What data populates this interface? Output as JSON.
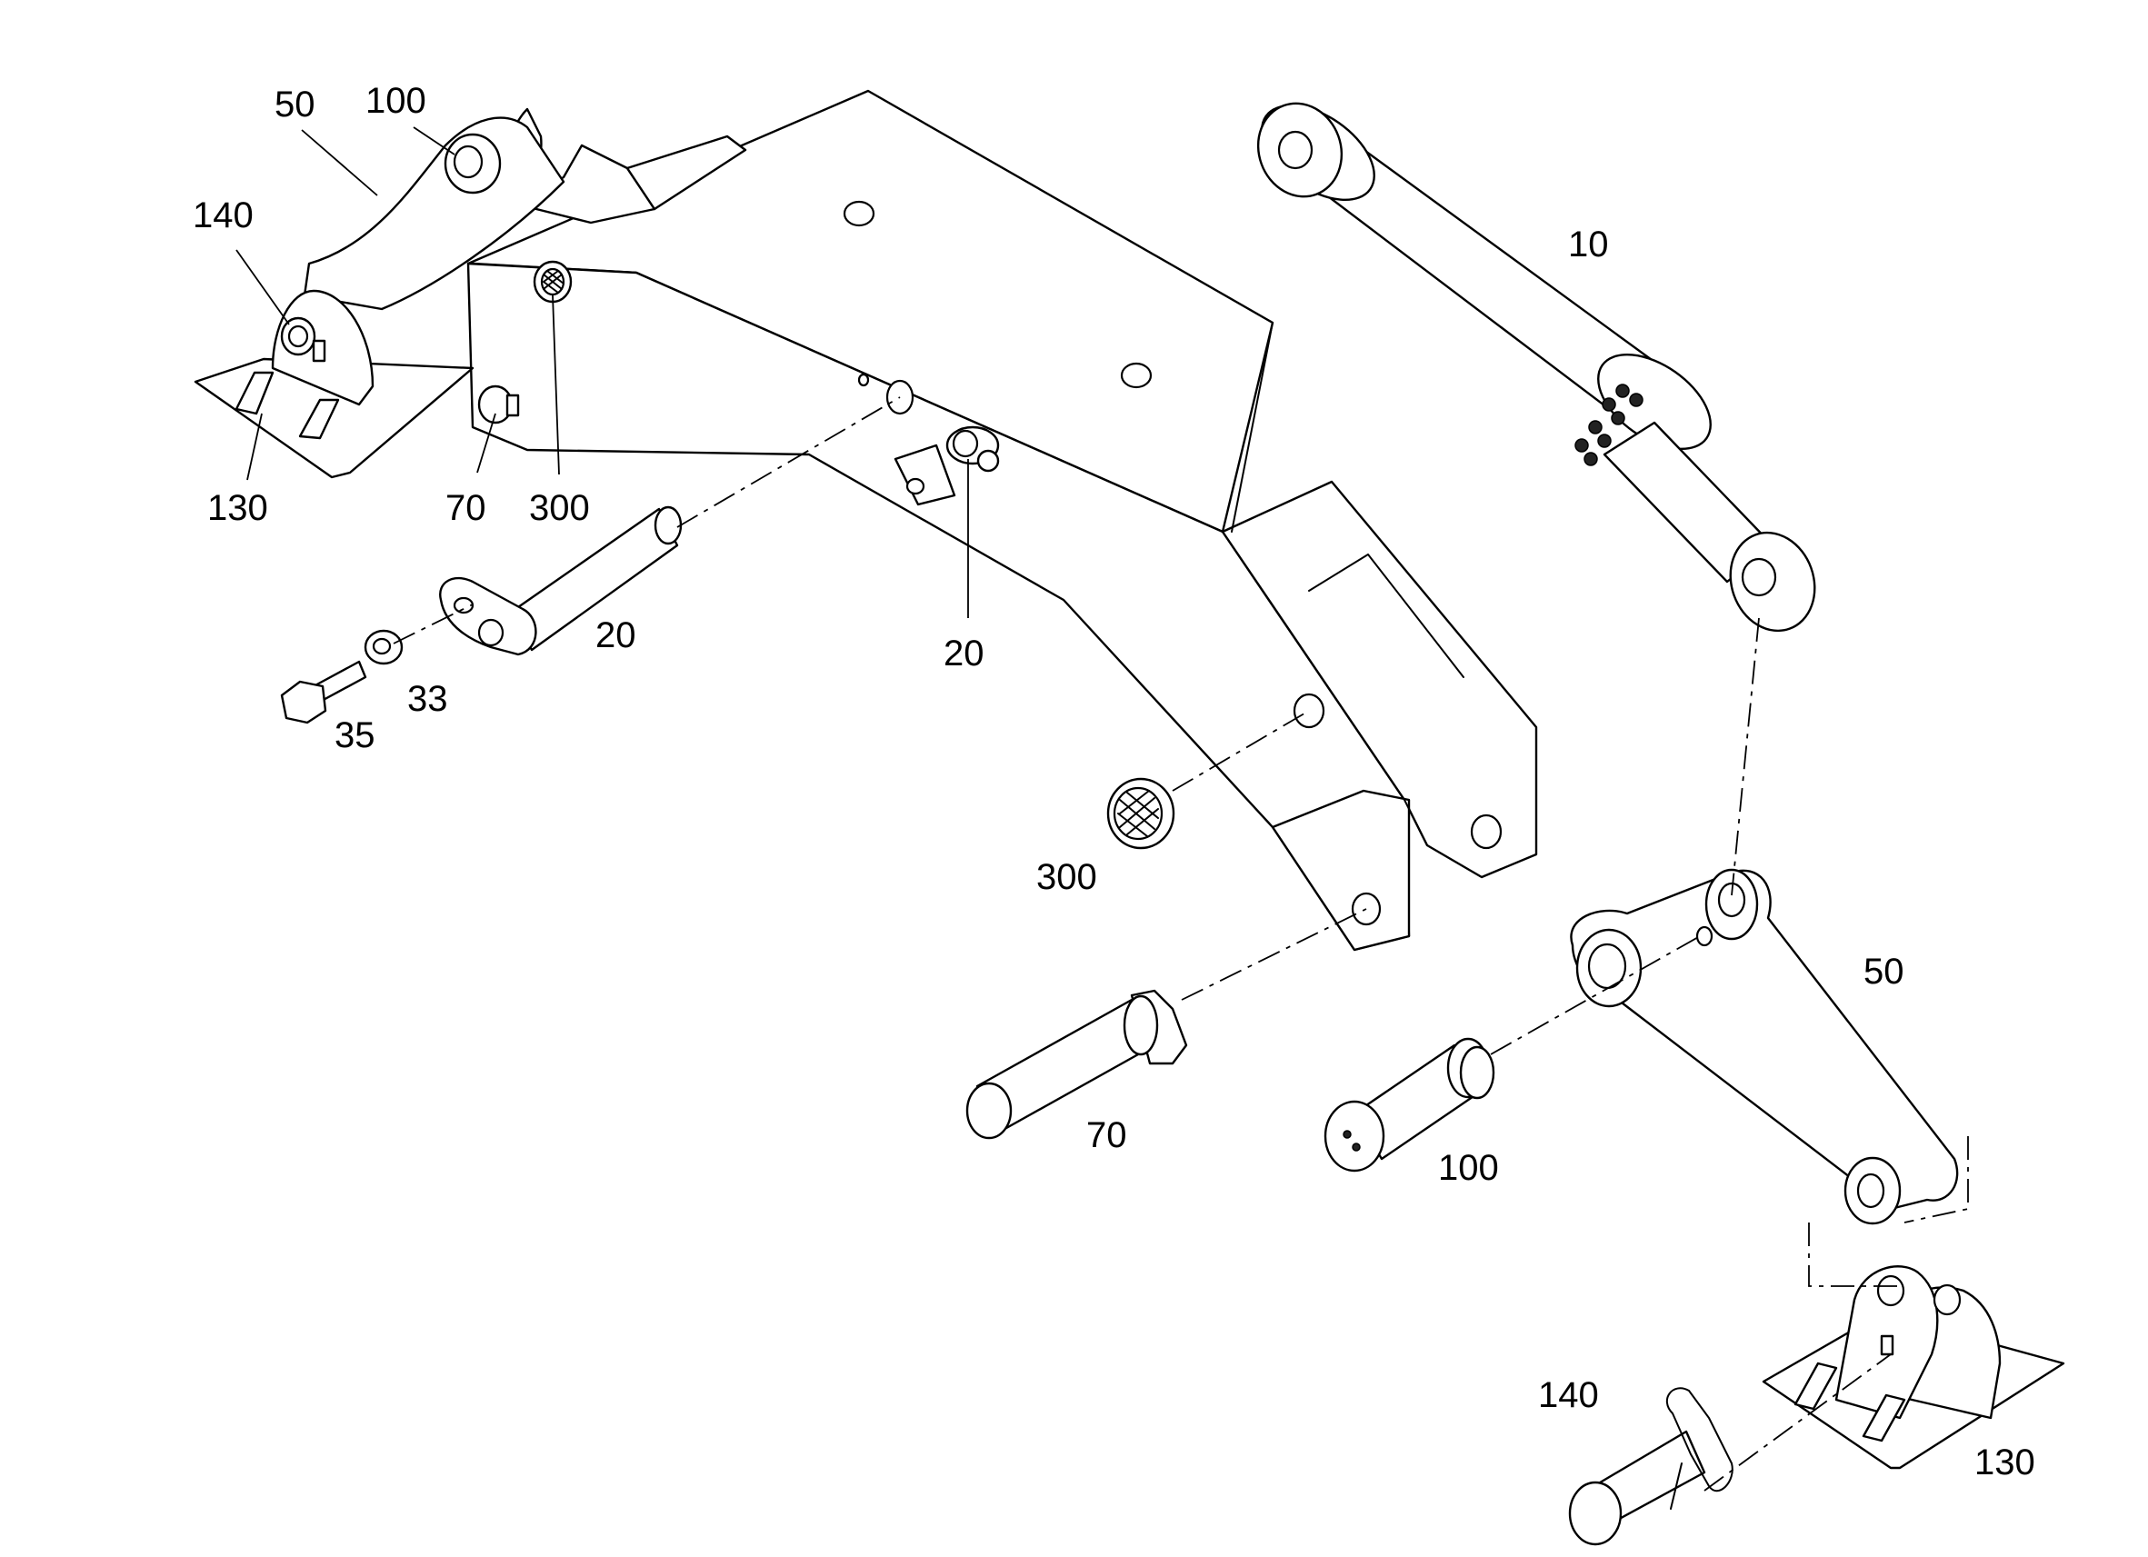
{
  "labels": {
    "cyl_10": "10",
    "pin_20_left": "20",
    "pin_20_center": "20",
    "washer_33": "33",
    "bolt_35": "35",
    "link_50_top": "50",
    "link_50_right": "50",
    "pin_70_top": "70",
    "pin_70_bottom": "70",
    "pin_100_top": "100",
    "pin_100_bottom": "100",
    "bracket_130_left": "130",
    "bracket_130_right": "130",
    "pin_140_left": "140",
    "pin_140_right": "140",
    "plug_300_top": "300",
    "plug_300_bottom": "300"
  }
}
